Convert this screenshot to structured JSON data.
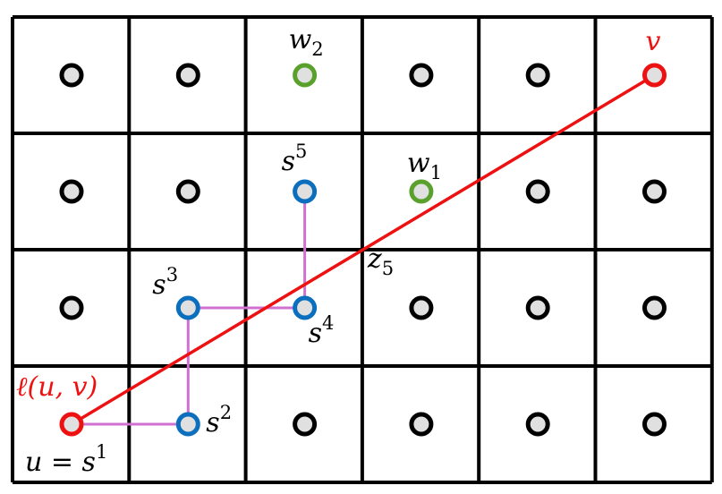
{
  "grid": {
    "columns": 6,
    "rows": 4
  },
  "colors": {
    "grid_line": "#000000",
    "node_fill": "#e0e0e0",
    "node_default": "#000000",
    "node_path": "#0b6fbd",
    "node_witness": "#5aa02c",
    "node_endpoint": "#ee1111",
    "line_segment": "#ee1111",
    "path_edge": "#d070d0"
  },
  "nodes": [
    {
      "col": 0,
      "row": 0,
      "kind": "default"
    },
    {
      "col": 1,
      "row": 0,
      "kind": "default"
    },
    {
      "col": 2,
      "row": 0,
      "kind": "witness",
      "label": "w",
      "sub": "2"
    },
    {
      "col": 3,
      "row": 0,
      "kind": "default"
    },
    {
      "col": 4,
      "row": 0,
      "kind": "default"
    },
    {
      "col": 5,
      "row": 0,
      "kind": "endpoint",
      "label": "v"
    },
    {
      "col": 0,
      "row": 1,
      "kind": "default"
    },
    {
      "col": 1,
      "row": 1,
      "kind": "default"
    },
    {
      "col": 2,
      "row": 1,
      "kind": "path",
      "label": "s",
      "sup": "5"
    },
    {
      "col": 3,
      "row": 1,
      "kind": "witness",
      "label": "w",
      "sub": "1"
    },
    {
      "col": 4,
      "row": 1,
      "kind": "default"
    },
    {
      "col": 5,
      "row": 1,
      "kind": "default"
    },
    {
      "col": 0,
      "row": 2,
      "kind": "default"
    },
    {
      "col": 1,
      "row": 2,
      "kind": "path",
      "label": "s",
      "sup": "3"
    },
    {
      "col": 2,
      "row": 2,
      "kind": "path",
      "label": "s",
      "sup": "4"
    },
    {
      "col": 3,
      "row": 2,
      "kind": "default"
    },
    {
      "col": 4,
      "row": 2,
      "kind": "default"
    },
    {
      "col": 5,
      "row": 2,
      "kind": "default"
    },
    {
      "col": 0,
      "row": 3,
      "kind": "endpoint",
      "label": "u = s",
      "sup": "1"
    },
    {
      "col": 1,
      "row": 3,
      "kind": "path",
      "label": "s",
      "sup": "2"
    },
    {
      "col": 2,
      "row": 3,
      "kind": "default"
    },
    {
      "col": 3,
      "row": 3,
      "kind": "default"
    },
    {
      "col": 4,
      "row": 3,
      "kind": "default"
    },
    {
      "col": 5,
      "row": 3,
      "kind": "default"
    }
  ],
  "path_edges": [
    {
      "from": [
        0,
        3
      ],
      "to": [
        1,
        3
      ]
    },
    {
      "from": [
        1,
        3
      ],
      "to": [
        1,
        2
      ]
    },
    {
      "from": [
        1,
        2
      ],
      "to": [
        2,
        2
      ]
    },
    {
      "from": [
        2,
        2
      ],
      "to": [
        2,
        1
      ]
    }
  ],
  "segment": {
    "from": [
      0,
      3
    ],
    "to": [
      5,
      0
    ],
    "label": "ℓ(u, v)"
  },
  "crossing": {
    "label": "z",
    "sub": "5"
  }
}
